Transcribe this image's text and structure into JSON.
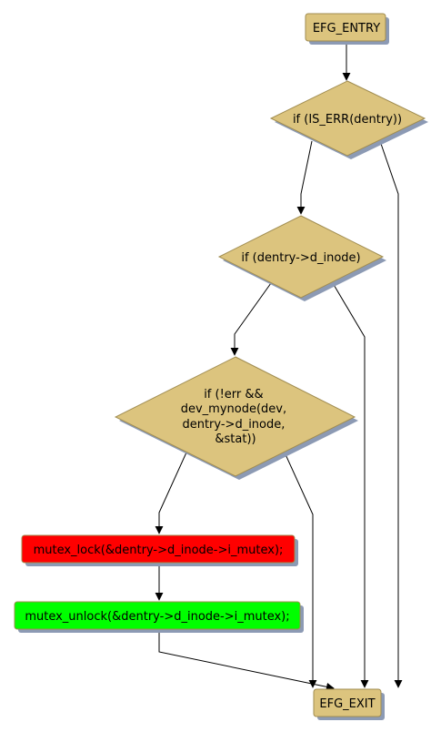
{
  "nodes": {
    "entry": {
      "text": "EFG_ENTRY",
      "color": "#dcc47e"
    },
    "cond1": {
      "text": "if (IS_ERR(dentry))",
      "color": "#dcc47e"
    },
    "cond2": {
      "text": "if (dentry->d_inode)",
      "color": "#dcc47e"
    },
    "cond3": {
      "lines": [
        "if (!err &&",
        "dev_mynode(dev,",
        "dentry->d_inode,",
        "&stat))"
      ],
      "color": "#dcc47e"
    },
    "lock": {
      "text": "mutex_lock(&dentry->d_inode->i_mutex);",
      "color": "#ff0000"
    },
    "unlock": {
      "text": "mutex_unlock(&dentry->d_inode->i_mutex);",
      "color": "#00ff00"
    },
    "exit": {
      "text": "EFG_EXIT",
      "color": "#dcc47e"
    }
  },
  "colors": {
    "shadow": "#8c9ab4",
    "node_border": "#a08c50",
    "edge": "#000000"
  }
}
